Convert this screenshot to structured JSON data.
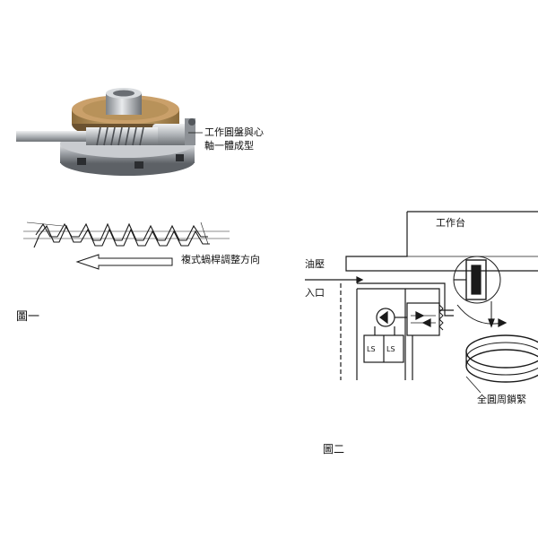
{
  "figure1": {
    "rotary_table_label_line1": "工作圓盤與心",
    "rotary_table_label_line2": "軸一體成型",
    "worm_adjust_label": "複式蝸桿調整方向",
    "caption": "圖一"
  },
  "figure2": {
    "table_label": "工作台",
    "oil_label": "油壓",
    "inlet_label": "入口",
    "lock_label": "全圓周鎖緊",
    "switch_left_label": "LS",
    "switch_right_label": "LS",
    "caption": "圖二"
  },
  "colors": {
    "line": "#1a1a1a",
    "gear_bronze": "#b8925a",
    "steel": "#a9adb2"
  }
}
